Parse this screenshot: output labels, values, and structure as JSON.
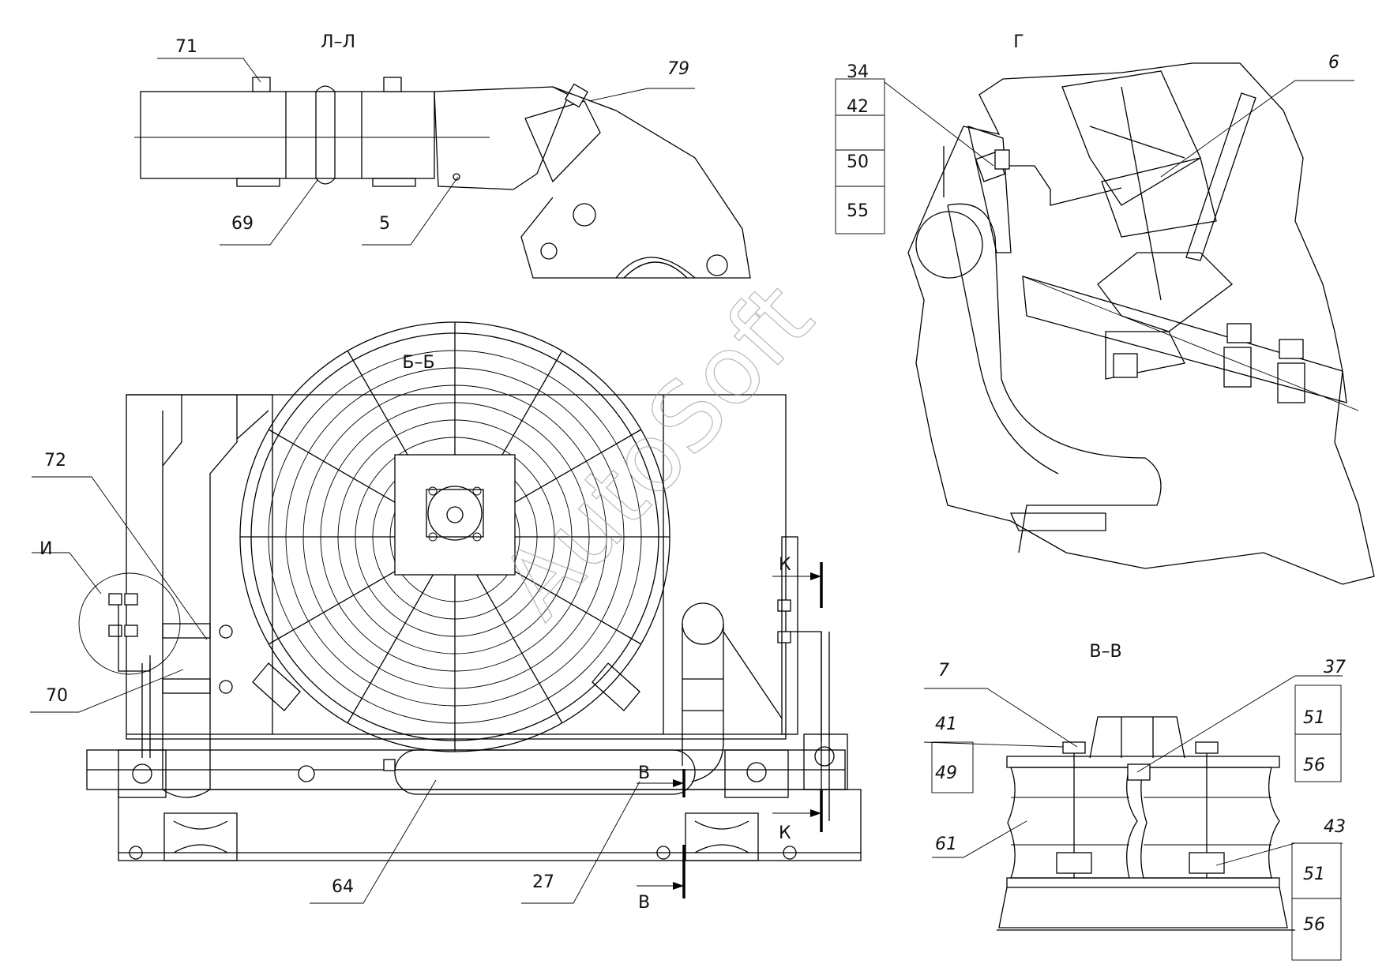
{
  "titles": {
    "section_l": "Л–Л",
    "view_g": "Г",
    "section_b": "Б–Б",
    "section_v": "В–В"
  },
  "watermark": "AutoSoft",
  "markers": {
    "k_top": "К",
    "k_bottom": "К",
    "v_top": "В",
    "v_bottom": "В",
    "detail_i": "И"
  },
  "labels": {
    "p71": "71",
    "p79": "79",
    "p69": "69",
    "p5": "5",
    "p34": "34",
    "p42": "42",
    "p50": "50",
    "p55": "55",
    "p6": "6",
    "p72": "72",
    "p70": "70",
    "p64": "64",
    "p27": "27",
    "p7": "7",
    "p41": "41",
    "p49": "49",
    "p61": "61",
    "p37": "37",
    "p51a": "51",
    "p56a": "56",
    "p43": "43",
    "p51b": "51",
    "p56b": "56"
  }
}
